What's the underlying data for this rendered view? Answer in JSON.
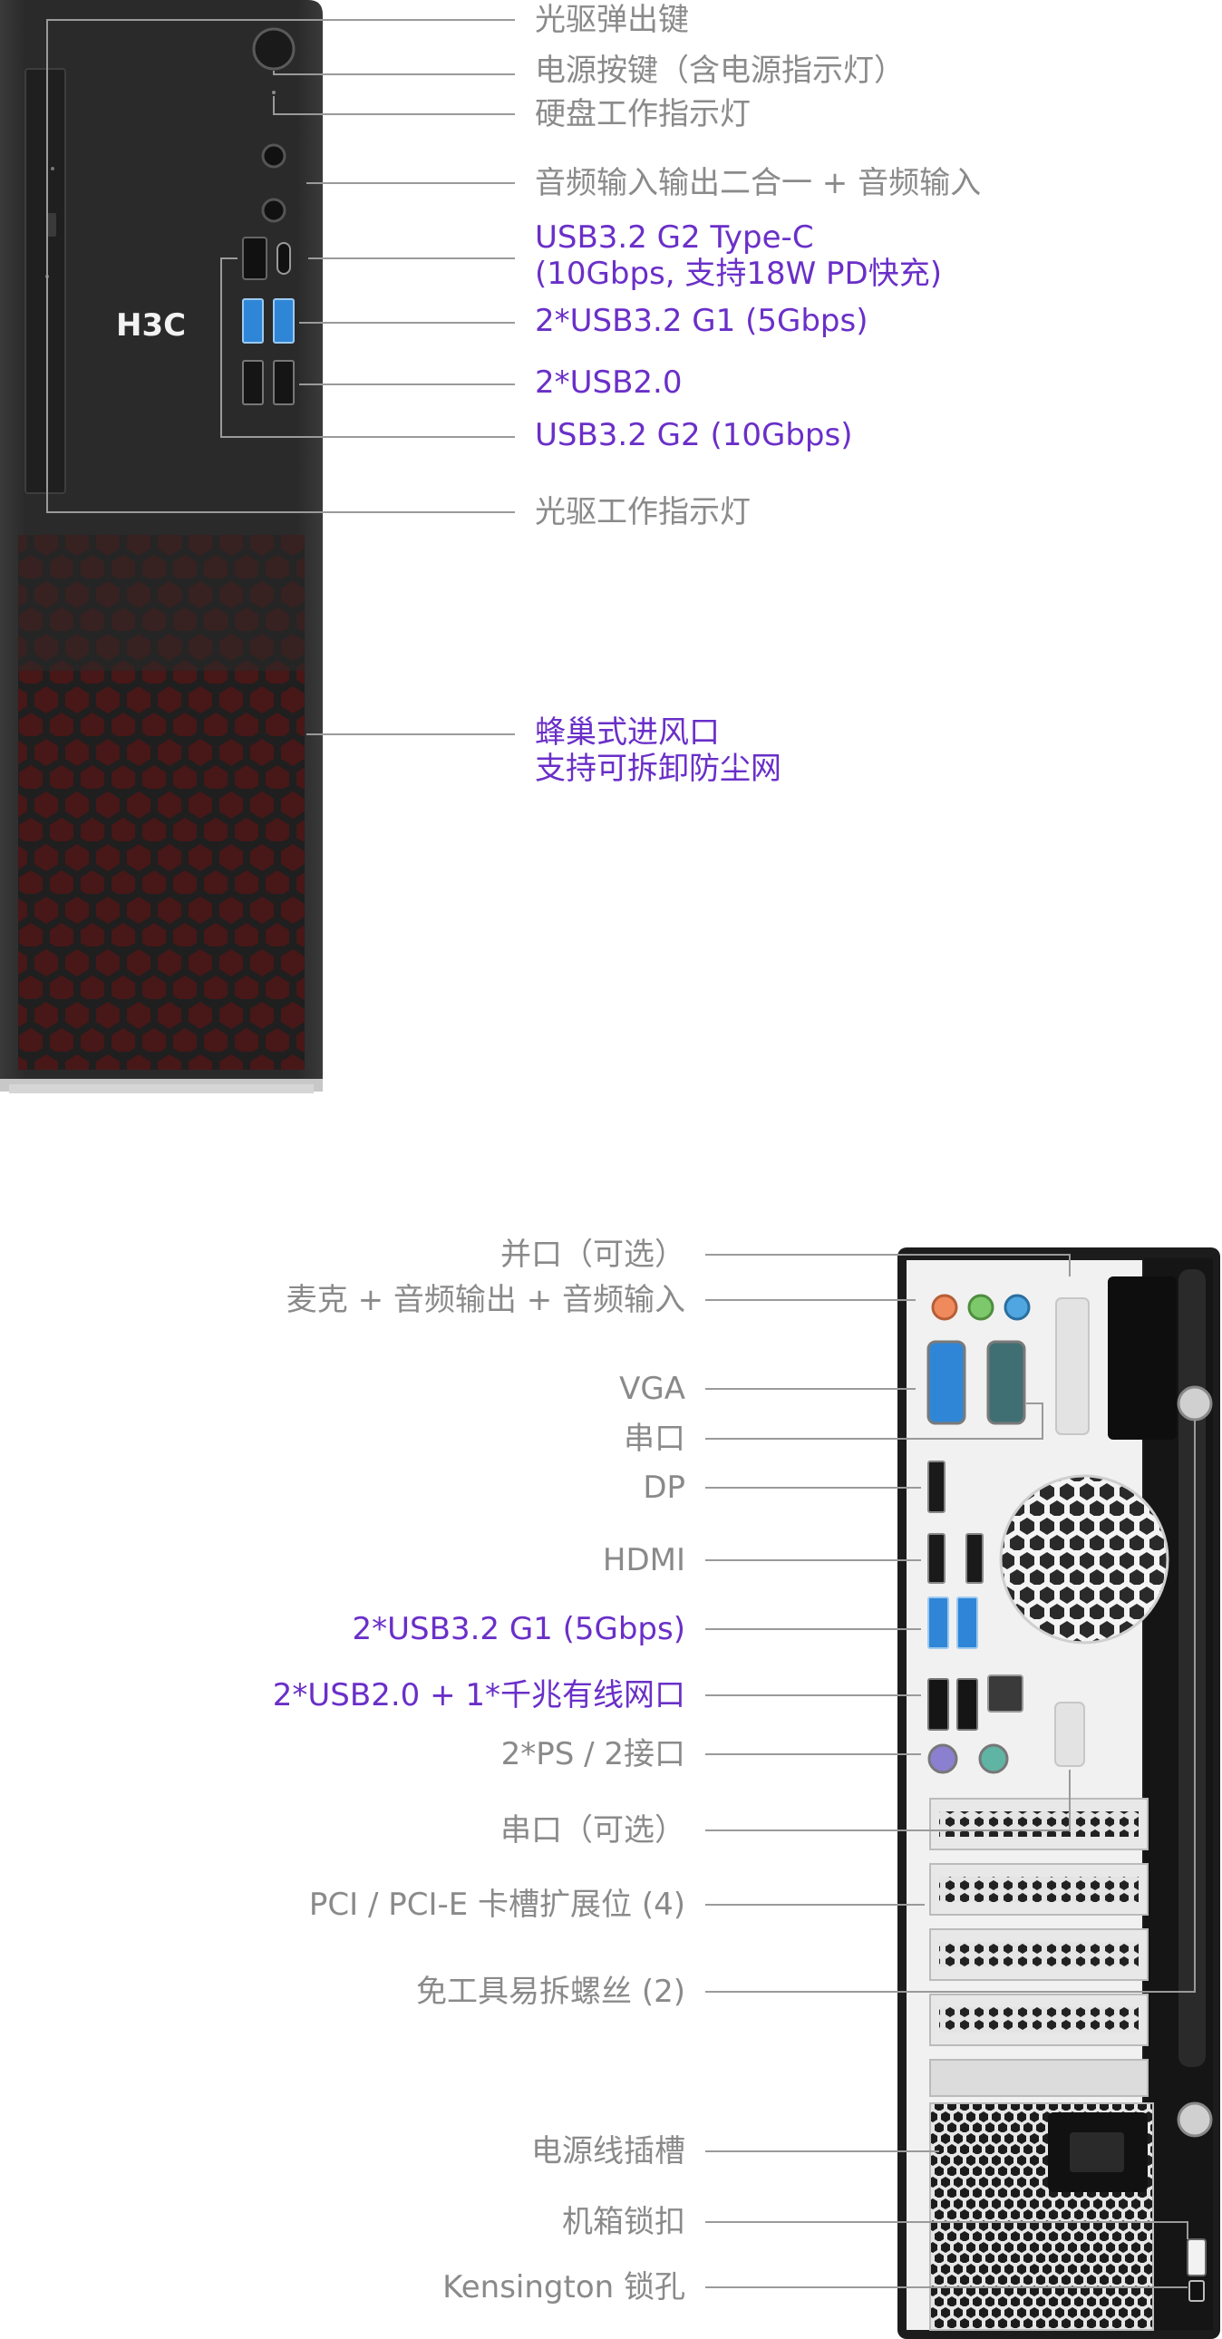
{
  "colors": {
    "label_gray": "#8a8a8a",
    "label_highlight": "#6a2fc8",
    "line_gray": "#9a9a9a",
    "case_body": "#2b2b2b",
    "vent_red": "#5a1b1b",
    "usb3_blue": "#2f86d6"
  },
  "front_brand": "H3C",
  "front_labels": [
    {
      "text": "光驱弹出键",
      "highlight": false
    },
    {
      "text": "电源按键（含电源指示灯）",
      "highlight": false
    },
    {
      "text": "硬盘工作指示灯",
      "highlight": false
    },
    {
      "text": "音频输入输出二合一 + 音频输入",
      "highlight": false
    },
    {
      "text": "USB3.2 G2 Type-C",
      "highlight": true
    },
    {
      "text": "(10Gbps, 支持18W PD快充)",
      "highlight": true
    },
    {
      "text": "2*USB3.2 G1 (5Gbps)",
      "highlight": true
    },
    {
      "text": "2*USB2.0",
      "highlight": true
    },
    {
      "text": "USB3.2 G2 (10Gbps)",
      "highlight": true
    },
    {
      "text": "光驱工作指示灯",
      "highlight": false
    },
    {
      "text": "蜂巢式进风口",
      "highlight": true
    },
    {
      "text": "支持可拆卸防尘网",
      "highlight": true
    }
  ],
  "rear_labels": [
    {
      "text": "并口（可选）",
      "highlight": false
    },
    {
      "text": "麦克 + 音频输出 + 音频输入",
      "highlight": false
    },
    {
      "text": "VGA",
      "highlight": false
    },
    {
      "text": "串口",
      "highlight": false
    },
    {
      "text": "DP",
      "highlight": false
    },
    {
      "text": "HDMI",
      "highlight": false
    },
    {
      "text": "2*USB3.2 G1 (5Gbps)",
      "highlight": true
    },
    {
      "text": "2*USB2.0 + 1*千兆有线网口",
      "highlight": true
    },
    {
      "text": "2*PS / 2接口",
      "highlight": false
    },
    {
      "text": "串口（可选）",
      "highlight": false
    },
    {
      "text": "PCI / PCI-E 卡槽扩展位 (4)",
      "highlight": false
    },
    {
      "text": "免工具易拆螺丝 (2)",
      "highlight": false
    },
    {
      "text": "电源线插槽",
      "highlight": false
    },
    {
      "text": "机箱锁扣",
      "highlight": false
    },
    {
      "text": "Kensington 锁孔",
      "highlight": false
    }
  ]
}
